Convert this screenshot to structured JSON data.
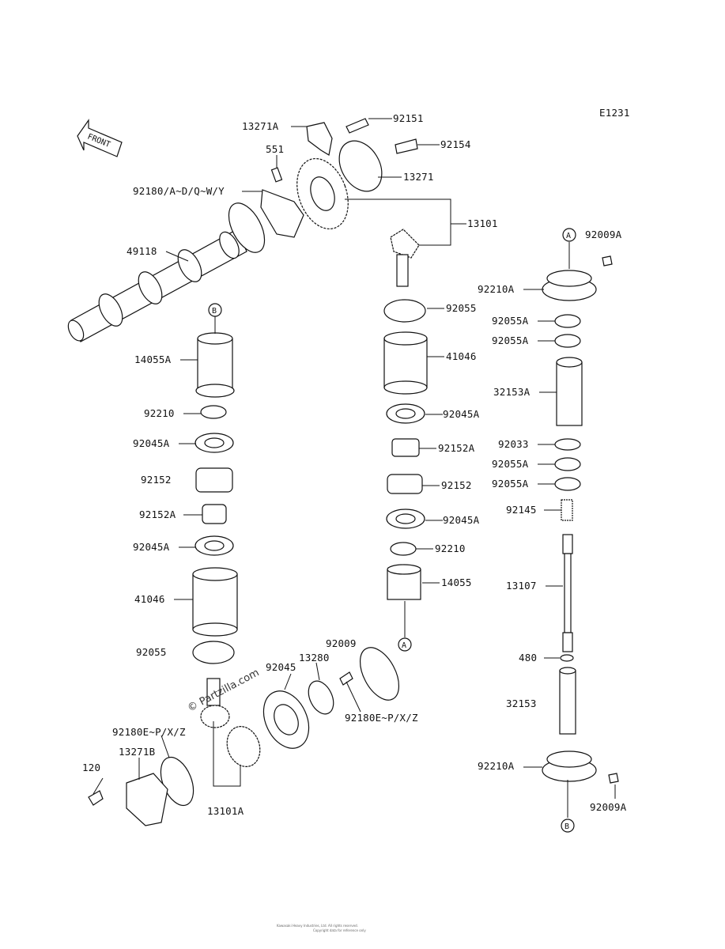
{
  "diagram": {
    "code": "E1231",
    "front_label": "FRONT",
    "watermark": "© Partzilla.com",
    "footer_line1": "Kawasaki Heavy Industries, Ltd. All rights reserved.",
    "footer_line2": "Copyright data for reference only"
  },
  "callouts": {
    "A": "A",
    "B": "B"
  },
  "parts": {
    "p13271A": "13271A",
    "p92151": "92151",
    "p92154": "92154",
    "p551": "551",
    "p13271": "13271",
    "p92180AY": "92180/A~D/Q~W/Y",
    "p13101": "13101",
    "p49118": "49118",
    "p92009A_top": "92009A",
    "p92210A_top": "92210A",
    "p92055_mid": "92055",
    "p92055A_1": "92055A",
    "p92055A_2": "92055A",
    "p41046_mid": "41046",
    "p14055A": "14055A",
    "p32153A": "32153A",
    "p92210_left": "92210",
    "p92045A_mid1": "92045A",
    "p92045A_left1": "92045A",
    "p92152A_mid": "92152A",
    "p92033": "92033",
    "p92055A_3": "92055A",
    "p92055A_4": "92055A",
    "p92152_left": "92152",
    "p92152_mid": "92152",
    "p92152A_left": "92152A",
    "p92145": "92145",
    "p92045A_mid2": "92045A",
    "p92045A_left2": "92045A",
    "p92210_mid": "92210",
    "p14055": "14055",
    "p13107": "13107",
    "p41046_left": "41046",
    "p92009": "92009",
    "p480": "480",
    "p92055_left": "92055",
    "p13280": "13280",
    "p92045": "92045",
    "p32153": "32153",
    "p92180EZ_right": "92180E~P/X/Z",
    "p92180EZ_left": "92180E~P/X/Z",
    "p13271B": "13271B",
    "p92210A_bot": "92210A",
    "p120": "120",
    "p13101A": "13101A",
    "p92009A_bot": "92009A"
  }
}
